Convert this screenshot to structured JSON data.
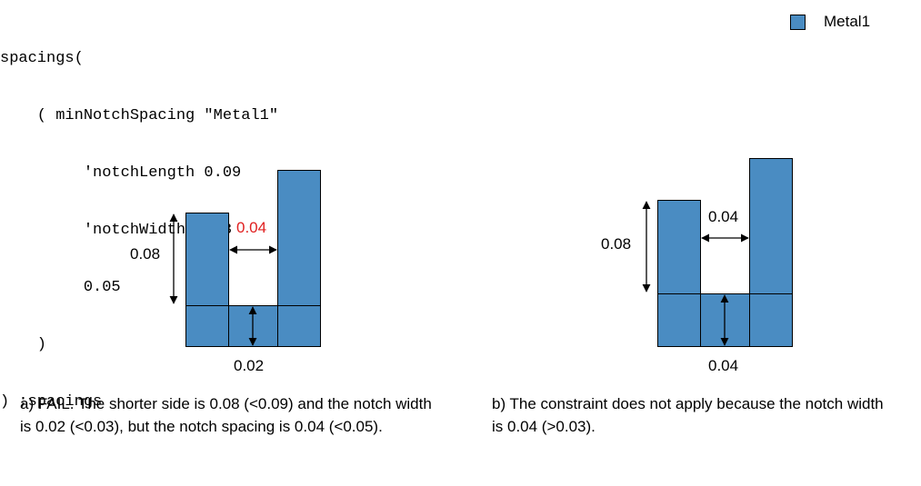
{
  "code_lines": [
    "spacings(",
    "    ( minNotchSpacing \"Metal1\"",
    "         'notchLength 0.09",
    "         'notchWidth 0.03",
    "         0.05",
    "    )",
    ") ;spacings"
  ],
  "legend": {
    "label": "Metal1",
    "color": "#4a8cc2"
  },
  "diagram_a": {
    "height_label": "0.08",
    "spacing_label": "0.04",
    "spacing_label_color": "#e02020",
    "width_label": "0.02"
  },
  "diagram_b": {
    "height_label": "0.08",
    "spacing_label": "0.04",
    "width_label": "0.04"
  },
  "captions": {
    "a": "a) FAIL. The shorter side is 0.08 (<0.09) and the notch width is 0.02 (<0.03), but the notch spacing is 0.04 (<0.05).",
    "b": "b) The constraint does not apply because the notch width is 0.04 (>0.03)."
  }
}
